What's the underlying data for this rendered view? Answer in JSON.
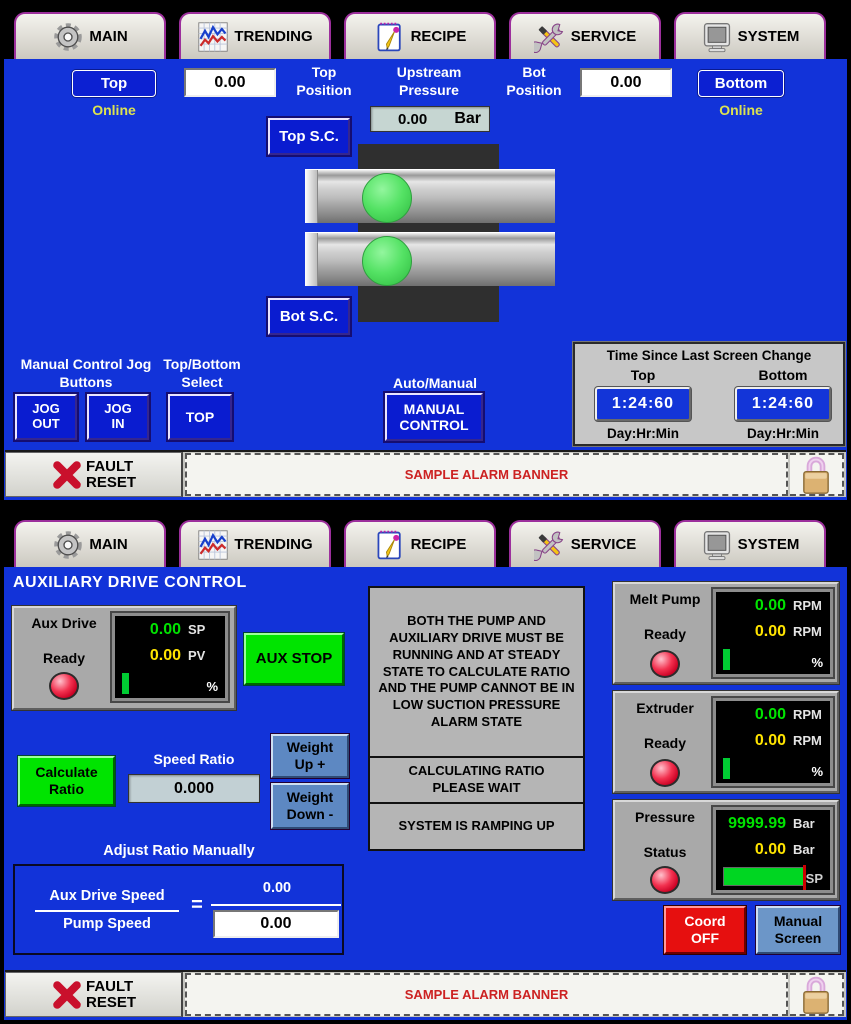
{
  "colors": {
    "background_blue": "#1233d9",
    "button_blue": "#0a1cd0",
    "tab_border": "#9c2f9c",
    "lcd_green": "#00e400",
    "lcd_yellow": "#ffe400",
    "alarm_red": "#cc2222",
    "go_green": "#00e400",
    "steel_blue": "#5d88c2",
    "coord_red": "#e60f0f",
    "online_yellow": "#dde34f"
  },
  "tabs": [
    {
      "label": "MAIN",
      "icon": "gear-icon"
    },
    {
      "label": "TRENDING",
      "icon": "trend-chart-icon"
    },
    {
      "label": "RECIPE",
      "icon": "notepad-pencil-icon"
    },
    {
      "label": "SERVICE",
      "icon": "tools-icon"
    },
    {
      "label": "SYSTEM",
      "icon": "monitor-icon"
    }
  ],
  "screen1": {
    "top_select_button": "Top",
    "top_online": "Online",
    "top_position_value": "0.00",
    "top_position_label": "Top\nPosition",
    "upstream_pressure_label": "Upstream\nPressure",
    "upstream_pressure_value": "0.00",
    "upstream_pressure_unit": "Bar",
    "bot_position_label": "Bot\nPosition",
    "bot_position_value": "0.00",
    "bottom_select_button": "Bottom",
    "bottom_online": "Online",
    "top_sc_button": "Top S.C.",
    "bot_sc_button": "Bot S.C.",
    "jog_label": "Manual Control Jog\nButtons",
    "select_label": "Top/Bottom\nSelect",
    "auto_manual_label": "Auto/Manual",
    "jog_out_button": "JOG\nOUT",
    "jog_in_button": "JOG\nIN",
    "top_bottom_button": "TOP",
    "manual_control_button": "MANUAL\nCONTROL",
    "time_panel": {
      "title": "Time Since Last Screen Change",
      "top_header": "Top",
      "bottom_header": "Bottom",
      "top_value": "1:24:60",
      "bottom_value": "1:24:60",
      "top_unit": "Day:Hr:Min",
      "bottom_unit": "Day:Hr:Min"
    }
  },
  "screen2": {
    "title": "AUXILIARY DRIVE CONTROL",
    "aux_drive": {
      "name": "Aux Drive",
      "status": "Ready",
      "sp_value": "0.00",
      "sp_label": "SP",
      "pv_value": "0.00",
      "pv_label": "PV",
      "percent": "%"
    },
    "aux_stop_button": "AUX STOP",
    "messages": {
      "conditions": "BOTH THE PUMP AND AUXILIARY DRIVE MUST BE RUNNING AND AT STEADY STATE TO CALCULATE RATIO AND THE PUMP CANNOT BE IN LOW SUCTION PRESSURE ALARM STATE",
      "calculating": "CALCULATING RATIO\nPLEASE WAIT",
      "ramping": "SYSTEM IS RAMPING UP"
    },
    "melt_pump": {
      "name": "Melt Pump",
      "status": "Ready",
      "sp_value": "0.00",
      "sp_unit": "RPM",
      "pv_value": "0.00",
      "pv_unit": "RPM",
      "percent": "%"
    },
    "extruder": {
      "name": "Extruder",
      "status": "Ready",
      "sp_value": "0.00",
      "sp_unit": "RPM",
      "pv_value": "0.00",
      "pv_unit": "RPM",
      "percent": "%"
    },
    "pressure": {
      "name": "Pressure",
      "status": "Status",
      "sp_value": "9999.99",
      "sp_unit": "Bar",
      "pv_value": "0.00",
      "pv_unit": "Bar",
      "sp_label": "SP"
    },
    "calculate_ratio_button": "Calculate\nRatio",
    "speed_ratio_label": "Speed Ratio",
    "speed_ratio_value": "0.000",
    "weight_up_button": "Weight\nUp +",
    "weight_down_button": "Weight\nDown -",
    "adjust_label": "Adjust Ratio Manually",
    "fraction": {
      "numerator_label": "Aux Drive Speed",
      "denominator_label": "Pump Speed",
      "equals": "=",
      "numerator_value": "0.00",
      "denominator_value": "0.00"
    },
    "coord_button": "Coord\nOFF",
    "manual_screen_button": "Manual\nScreen"
  },
  "footer": {
    "fault_reset": "FAULT\nRESET",
    "alarm_banner": "SAMPLE ALARM BANNER"
  }
}
